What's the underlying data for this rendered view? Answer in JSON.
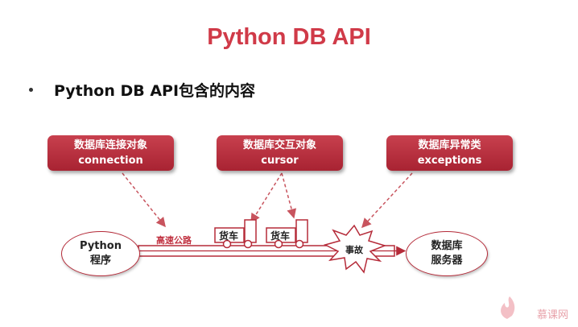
{
  "title": "Python DB API",
  "bullet": "Python DB API包含的内容",
  "boxes": [
    {
      "line1": "数据库连接对象",
      "line2": "connection"
    },
    {
      "line1": "数据库交互对象",
      "line2": "cursor"
    },
    {
      "line1": "数据库异常类",
      "line2": "exceptions"
    }
  ],
  "left_node": {
    "line1": "Python",
    "line2": "程序"
  },
  "right_node": {
    "line1": "数据库",
    "line2": "服务器"
  },
  "road_label": "高速公路",
  "trucks": [
    "货车",
    "货车"
  ],
  "accident": "事故",
  "watermark": "慕课网",
  "colors": {
    "accent": "#c0303f",
    "title": "#d03a48",
    "arrow": "#c8545e",
    "box_top": "#c8404e",
    "box_bottom": "#a82332"
  }
}
